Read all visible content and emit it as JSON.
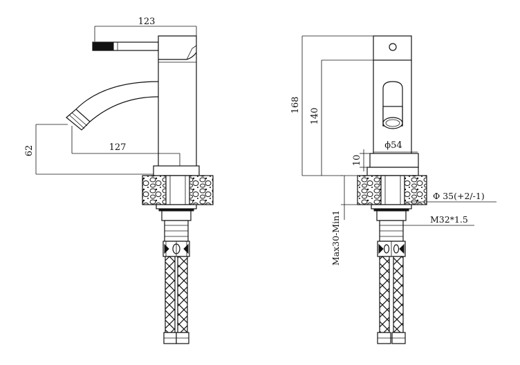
{
  "diagram": {
    "side_view": {
      "handle_length": "123",
      "spout_reach": "127",
      "spout_height": "62"
    },
    "front_view": {
      "total_height": "168",
      "body_height": "140",
      "body_diameter": "ϕ54",
      "base_height": "10",
      "hole_diameter": "Φ 35(+2/-1)",
      "thread": "M32*1.5",
      "deck_thickness": "Max30-Min1"
    }
  },
  "colors": {
    "line": "#111111",
    "background": "#ffffff",
    "hatch": "#111111"
  }
}
